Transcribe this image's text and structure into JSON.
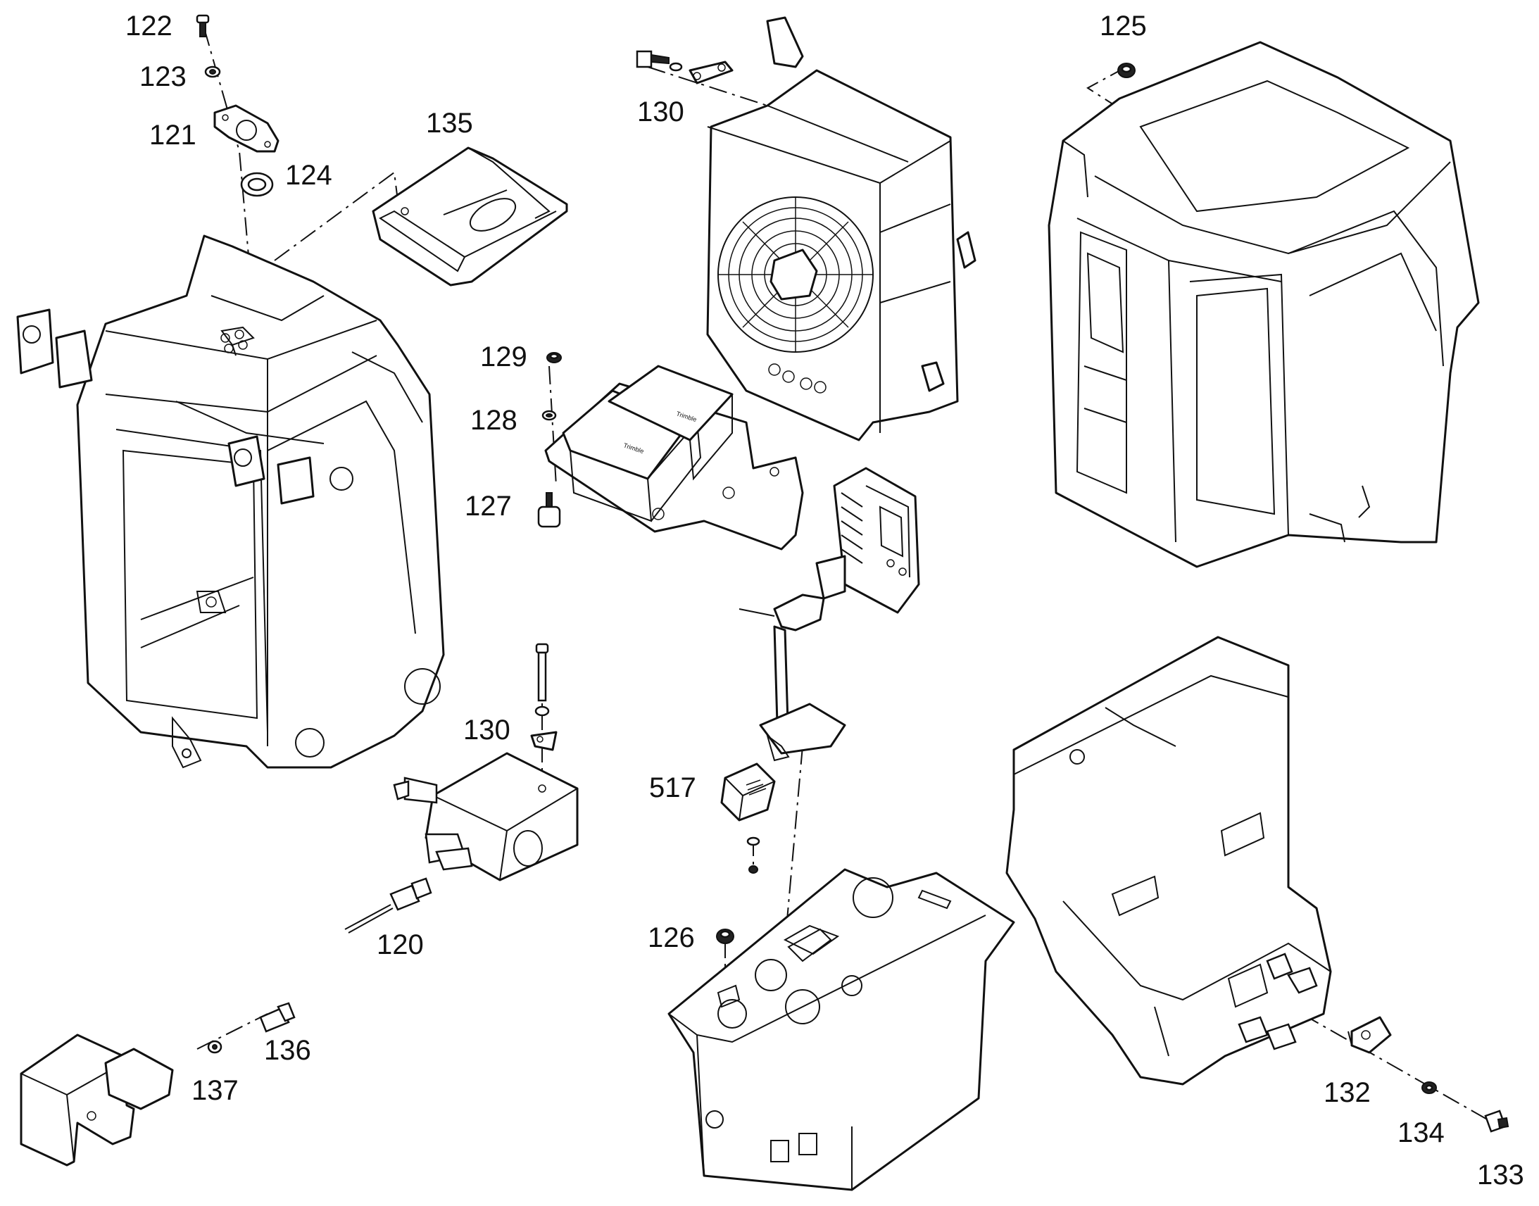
{
  "callouts": [
    {
      "id": "c122",
      "text": "122"
    },
    {
      "id": "c123",
      "text": "123"
    },
    {
      "id": "c121",
      "text": "121"
    },
    {
      "id": "c124",
      "text": "124"
    },
    {
      "id": "c135",
      "text": "135"
    },
    {
      "id": "c130a",
      "text": "130"
    },
    {
      "id": "c125",
      "text": "125"
    },
    {
      "id": "c129",
      "text": "129"
    },
    {
      "id": "c128",
      "text": "128"
    },
    {
      "id": "c127",
      "text": "127"
    },
    {
      "id": "c130b",
      "text": "130"
    },
    {
      "id": "c517",
      "text": "517"
    },
    {
      "id": "c120",
      "text": "120"
    },
    {
      "id": "c126",
      "text": "126"
    },
    {
      "id": "c136",
      "text": "136"
    },
    {
      "id": "c137",
      "text": "137"
    },
    {
      "id": "c132",
      "text": "132"
    },
    {
      "id": "c134",
      "text": "134"
    },
    {
      "id": "c133",
      "text": "133"
    }
  ],
  "box_markings": [
    "Trimble",
    "Trimble"
  ]
}
